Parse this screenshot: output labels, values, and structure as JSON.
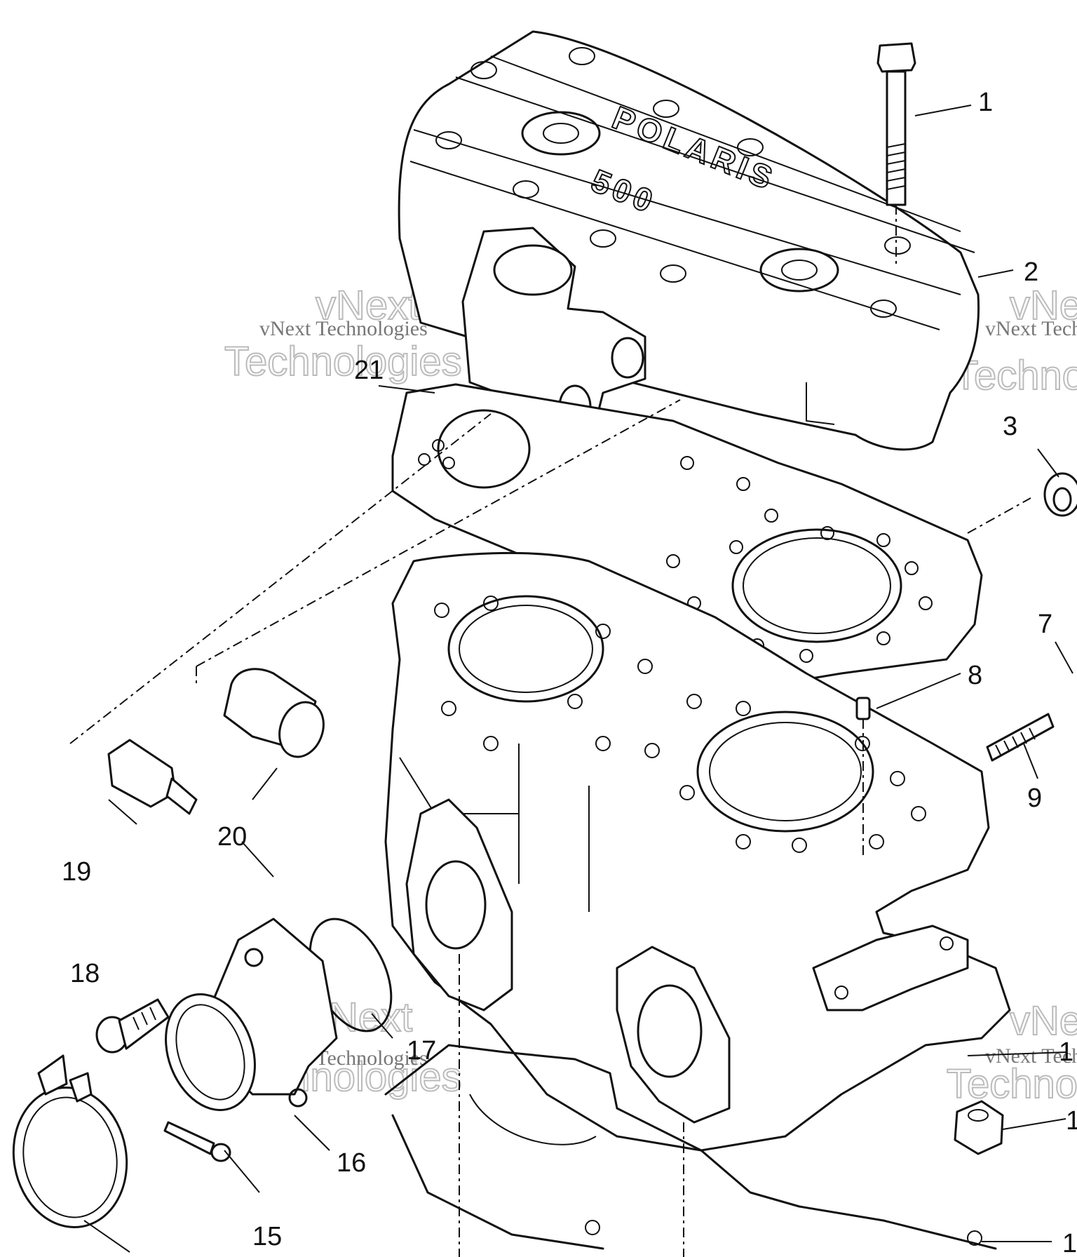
{
  "callouts": [
    {
      "id": "1",
      "label": "1"
    },
    {
      "id": "2",
      "label": "2"
    },
    {
      "id": "3",
      "label": "3"
    },
    {
      "id": "7",
      "label": "7"
    },
    {
      "id": "8",
      "label": "8"
    },
    {
      "id": "9",
      "label": "9"
    },
    {
      "id": "15",
      "label": "15"
    },
    {
      "id": "16",
      "label": "16"
    },
    {
      "id": "17",
      "label": "17"
    },
    {
      "id": "18",
      "label": "18"
    },
    {
      "id": "19",
      "label": "19"
    },
    {
      "id": "20",
      "label": "20"
    },
    {
      "id": "21",
      "label": "21"
    },
    {
      "id": "cut1",
      "label": "1"
    },
    {
      "id": "cut2",
      "label": "1"
    },
    {
      "id": "cut3",
      "label": "1"
    }
  ],
  "embossed_text": {
    "brand": "POLARIS",
    "model": "500"
  },
  "watermark": {
    "line1": "vNext",
    "line2": "Technologies",
    "full": "vNext Technologies"
  }
}
